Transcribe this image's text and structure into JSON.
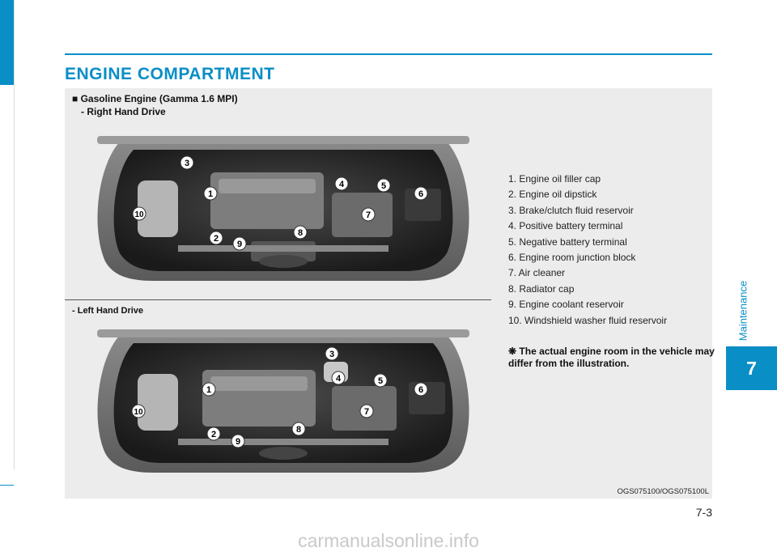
{
  "page": {
    "title": "ENGINE COMPARTMENT",
    "side_label": "Maintenance",
    "chapter_tab": "7",
    "page_number": "7-3",
    "watermark": "carmanualsonline.info"
  },
  "section": {
    "heading_line1": "■ Gasoline Engine (Gamma 1.6 MPI)",
    "heading_line2": "- Right Hand Drive",
    "subheading": "- Left Hand Drive",
    "image_caption": "OGS075100/OGS075100L"
  },
  "legend": {
    "items": [
      "1. Engine oil filler cap",
      "2. Engine oil dipstick",
      "3. Brake/clutch fluid reservoir",
      "4. Positive battery terminal",
      "5. Negative battery terminal",
      "6. Engine room junction block",
      "7. Air cleaner",
      "8. Radiator cap",
      "9. Engine coolant reservoir",
      "10. Windshield washer fluid reservoir"
    ]
  },
  "note": {
    "symbol": "❋",
    "text": "The actual engine room in the vehicle may differ from the illustration."
  },
  "callouts": {
    "rhd": [
      "1",
      "2",
      "3",
      "4",
      "5",
      "6",
      "7",
      "8",
      "9",
      "10"
    ],
    "lhd": [
      "1",
      "2",
      "3",
      "4",
      "5",
      "6",
      "7",
      "8",
      "9",
      "10"
    ]
  },
  "colors": {
    "accent": "#0a8ec6",
    "panel": "#ececec"
  }
}
